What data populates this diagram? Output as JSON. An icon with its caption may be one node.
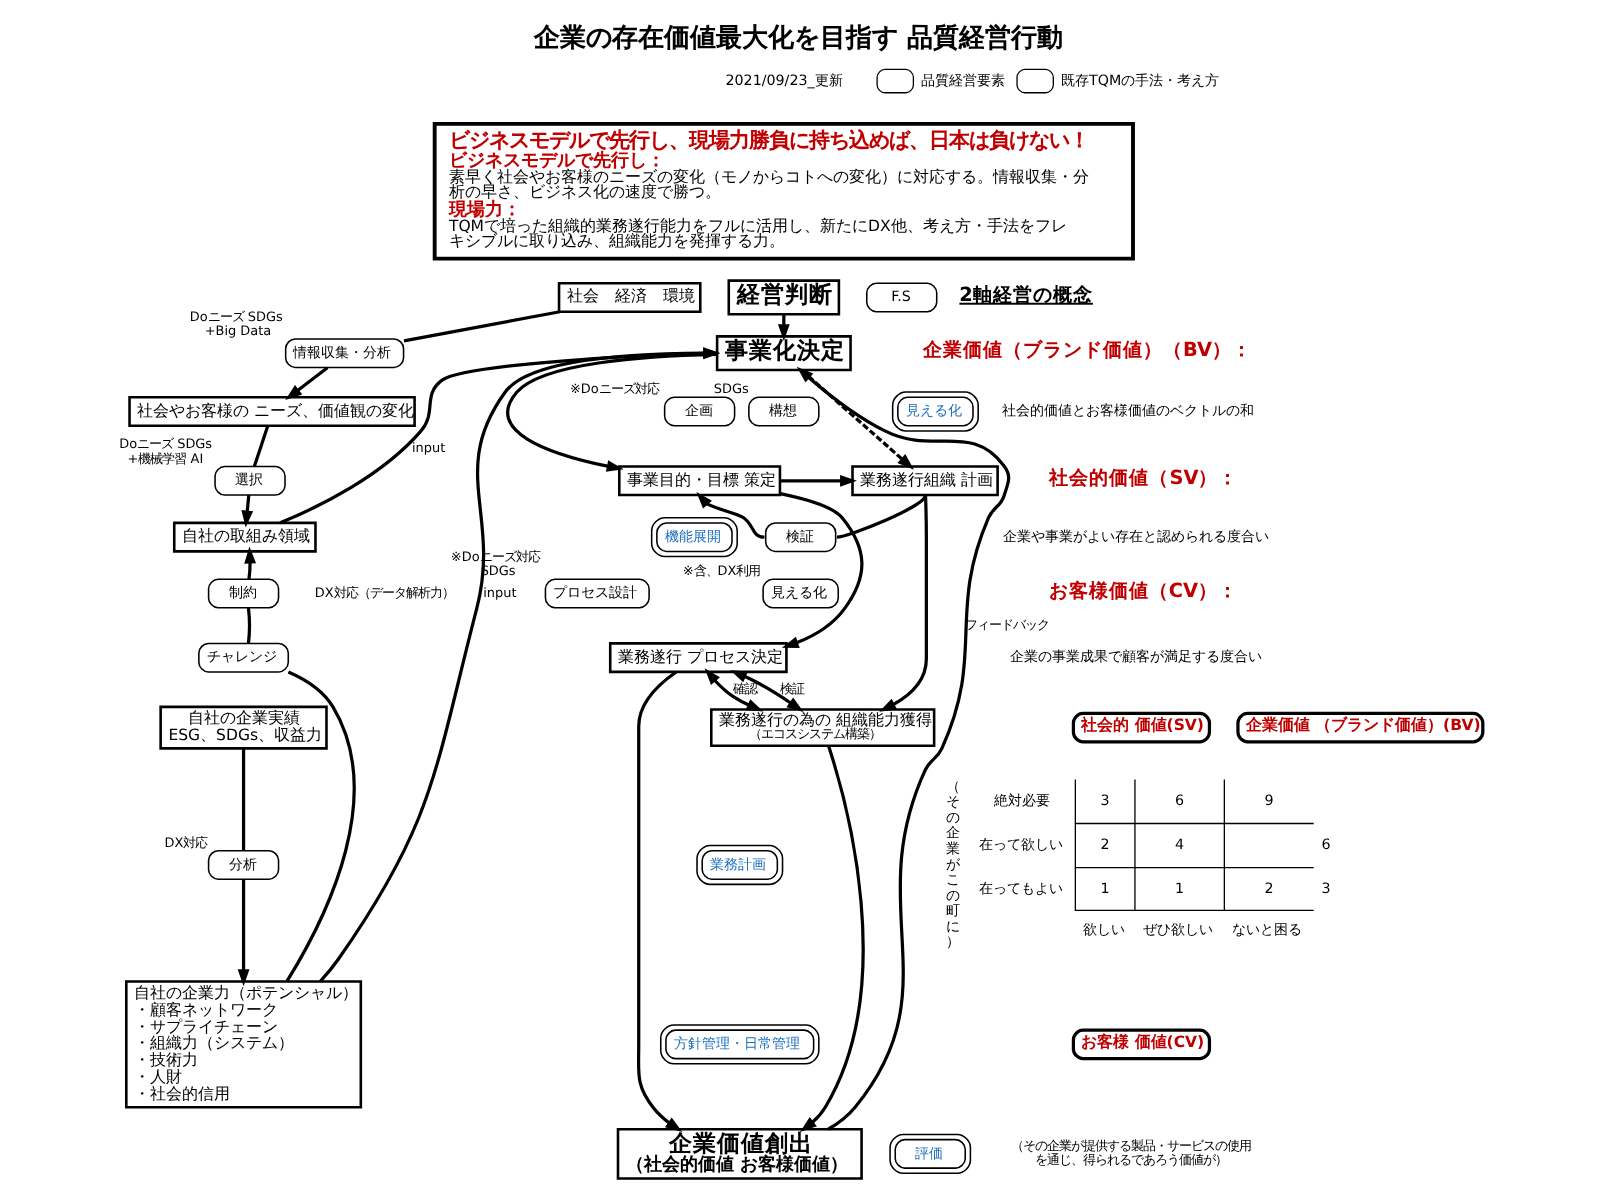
{
  "diagram": {
    "title": "企業の存在価値最大化を目指す 品質経営行動",
    "nodes": [
      {
        "text": [
          "ビジネスモデルで先行し、現場力勝負に持ち込めば、日本は負けない！",
          "ビジネスモデルで先行し：",
          "素早く社会やお客様のニーズの変化（モノからコトへの変化）に対応する。情報収集・分析の早さ、ビジネス化の速度で勝つ。",
          "現場力：",
          "TQMで培った組織的業務遂行能力をフルに活用し、新たにDX他、考え方・手法をフレキシブルに取り込み、組織能力を発揮する力。"
        ]
      },
      {
        "text": [
          "社会　経済　環境"
        ]
      },
      {
        "text": [
          "情報収集・分析"
        ],
        "beside": [
          "Doニーズ SDGs",
          "+Big Data"
        ]
      },
      {
        "text": [
          "社会やお客様の ニーズ、価値観の変化"
        ]
      },
      {
        "text": [
          "選択"
        ],
        "beside": [
          "Doニーズ SDGs",
          "+機械学習 AI"
        ]
      },
      {
        "text": [
          "自社の取組み領域"
        ]
      },
      {
        "text": [
          "制約"
        ]
      },
      {
        "text": [
          "チャレンジ"
        ]
      },
      {
        "text": [
          "自社の企業実績",
          "ESG、SDGs、収益力"
        ]
      },
      {
        "text": [
          "分析"
        ],
        "beside": [
          "DX対応"
        ]
      },
      {
        "text": [
          "自社の企業力（ポテンシャル）",
          "・顧客ネットワーク",
          "・サプライチェーン",
          "・組織力（システム）",
          "・技術力",
          "・人財",
          "・社会的信用"
        ]
      },
      {
        "text": [
          "経営判断"
        ]
      },
      {
        "text": [
          "F.S"
        ]
      },
      {
        "text": [
          "事業化決定"
        ]
      },
      {
        "text": [
          "企画"
        ],
        "beside": [
          "※Doニーズ対応"
        ]
      },
      {
        "text": [
          "構想"
        ],
        "beside": [
          "SDGs"
        ]
      },
      {
        "text": [
          "見える化"
        ]
      },
      {
        "text": [
          "事業目的・目標 策定"
        ]
      },
      {
        "text": [
          "業務遂行組織 計画"
        ]
      },
      {
        "text": [
          "機能展開"
        ]
      },
      {
        "text": [
          "検証"
        ]
      },
      {
        "text": [
          "プロセス設計"
        ],
        "beside": [
          "※Doニーズ対応",
          "SDGs"
        ]
      },
      {
        "text": [
          "見える化"
        ],
        "beside": [
          "※含、DX利用"
        ]
      },
      {
        "text": [
          "業務遂行 プロセス決定"
        ]
      },
      {
        "text": [
          "業務遂行の為の 組織能力獲得",
          "（エコスシステム構築）"
        ]
      },
      {
        "text": [
          "業務計画"
        ]
      },
      {
        "text": [
          "方針管理・日常管理"
        ]
      },
      {
        "text": [
          "企業価値創出",
          "（社会的価値 お客様価値）"
        ]
      },
      {
        "text": [
          "評価"
        ]
      },
      {
        "text": [
          "社会的 価値(SV)"
        ]
      },
      {
        "text": [
          "企業価値 （ブランド価値）(BV)"
        ]
      },
      {
        "text": [
          "お客様 価値(CV)"
        ]
      }
    ],
    "edges": [
      {
        "from": 1,
        "to": 2,
        "arrow": "none"
      },
      {
        "from": 2,
        "to": 3,
        "arrow": "to"
      },
      {
        "from": 3,
        "to": 4,
        "arrow": "none"
      },
      {
        "from": 4,
        "to": 5,
        "arrow": "to"
      },
      {
        "from": 5,
        "to": 13,
        "arrow": "to",
        "label": "input"
      },
      {
        "from": 10,
        "to": 13,
        "arrow": "to",
        "label": "input"
      },
      {
        "from": 10,
        "to": 7,
        "arrow": "none"
      },
      {
        "from": 7,
        "to": 6,
        "arrow": "none"
      },
      {
        "from": 6,
        "to": 5,
        "arrow": "to"
      },
      {
        "from": 8,
        "to": 9,
        "arrow": "none"
      },
      {
        "from": 9,
        "to": 10,
        "arrow": "to"
      },
      {
        "from": 11,
        "to": 13,
        "arrow": "to"
      },
      {
        "from": 13,
        "to": 17,
        "arrow": "to"
      },
      {
        "from": 13,
        "to": 18,
        "arrow": "to",
        "style": "dashed"
      },
      {
        "from": 17,
        "to": 18,
        "arrow": "to"
      },
      {
        "from": 18,
        "to": 20,
        "arrow": "none"
      },
      {
        "from": 20,
        "to": 17,
        "arrow": "to"
      },
      {
        "from": 17,
        "to": 23,
        "arrow": "to"
      },
      {
        "from": 18,
        "to": 24,
        "arrow": "to"
      },
      {
        "from": 23,
        "to": 24,
        "arrow": "both",
        "label": "確認"
      },
      {
        "from": 23,
        "to": 24,
        "arrow": "both",
        "label": "検証"
      },
      {
        "from": 23,
        "to": 27,
        "arrow": "to"
      },
      {
        "from": 24,
        "to": 27,
        "arrow": "to"
      },
      {
        "from": 27,
        "to": 13,
        "arrow": "to",
        "label": "フィードバック"
      }
    ],
    "labels": [
      "2021/09/23_更新",
      "2軸経営の概念",
      "企業価値（ブランド価値）（BV）：",
      "社会的価値とお客様価値のベクトルの和",
      "社会的価値（SV）：",
      "企業や事業がよい存在と認められる度合い",
      "お客様価値（CV）：",
      "企業の事業成果で顧客が満足する度合い",
      "（その企業がこの町に）",
      "絶対必要",
      "3",
      "6",
      "9",
      "在って欲しい",
      "2",
      "4",
      "6",
      "在ってもよい",
      "1",
      "1",
      "2",
      "3",
      "欲しい",
      "ぜひ欲しい",
      "ないと困る",
      "（その企業が提供する製品・サービスの使用を通じ、得られるであろう価値が）",
      "DX対応（データ解析力）"
    ],
    "legend": [
      {
        "text": "品質経営要素"
      },
      {
        "text": "既存TQMの手法・考え方"
      }
    ]
  }
}
